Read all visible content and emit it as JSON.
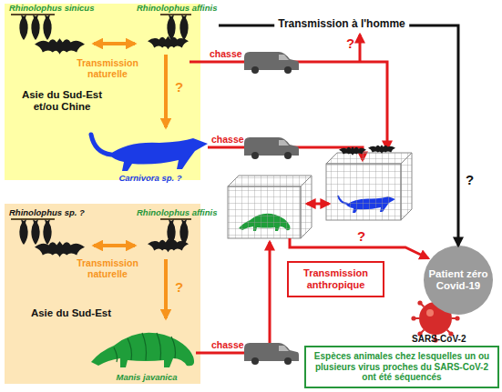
{
  "diagram": {
    "nodes": [
      {
        "text": [
          "Asie du Sud-Est et/ou Chine"
        ]
      },
      {
        "text": [
          "Rhinolophus sinicus"
        ],
        "in": 0
      },
      {
        "text": [
          "Rhinolophus affinis"
        ],
        "in": 0
      },
      {
        "text": [
          "Carnivora sp. ?"
        ],
        "in": 0
      },
      {
        "text": [
          "Asie du Sud-Est"
        ]
      },
      {
        "text": [
          "Rhinolophus sp. ?"
        ],
        "in": 4
      },
      {
        "text": [
          "Rhinolophus affinis"
        ],
        "in": 4
      },
      {
        "text": [
          "Manis javanica"
        ],
        "in": 4
      },
      {
        "text": [
          "Transmission anthropique"
        ]
      },
      {
        "text": [
          "Patient zéro Covid-19"
        ]
      },
      {
        "text": [
          "Espèces animales chez lesquelles un ou plusieurs virus proches du SARS-CoV-2 ont été séquencés"
        ]
      }
    ],
    "edges": [
      {
        "from": 1,
        "to": 2,
        "arrow": "both",
        "label": "Transmission naturelle"
      },
      {
        "from": 2,
        "to": 3,
        "arrow": "to",
        "label": "?"
      },
      {
        "from": 5,
        "to": 6,
        "arrow": "both",
        "label": "Transmission naturelle"
      },
      {
        "from": 6,
        "to": 7,
        "arrow": "to",
        "label": "?"
      },
      {
        "from": 2,
        "to": 9,
        "arrow": "to",
        "label": "Transmission à l'homme"
      }
    ],
    "labels": [
      "chasse",
      "chasse",
      "chasse",
      "?",
      "?",
      "?",
      "SARS-CoV-2"
    ]
  }
}
